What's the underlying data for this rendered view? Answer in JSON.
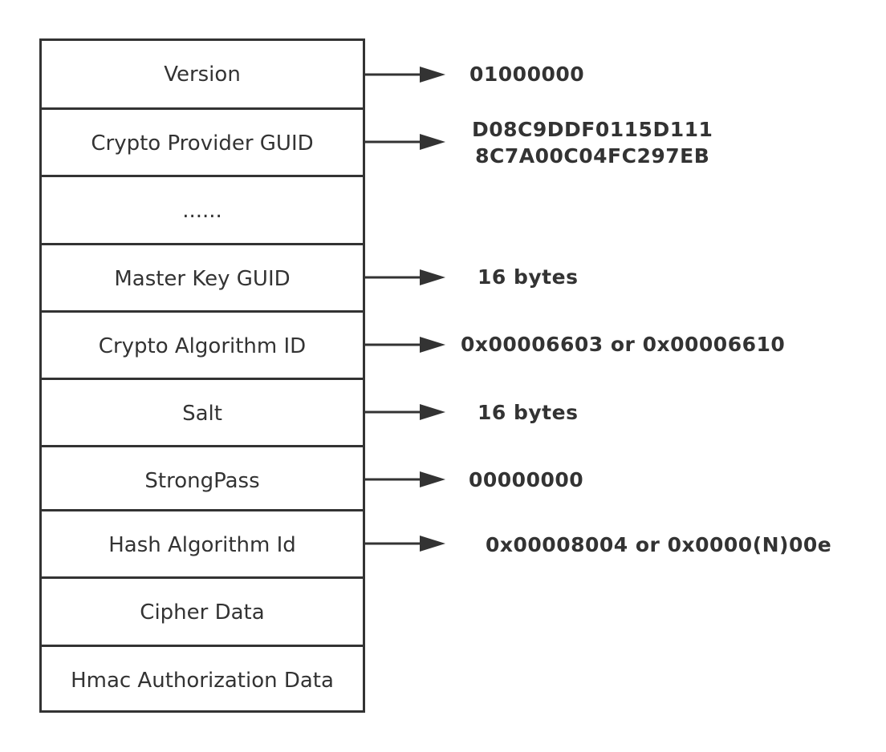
{
  "fields": [
    {
      "label": "Version",
      "value": "01000000"
    },
    {
      "label": "Crypto Provider GUID",
      "value_lines": [
        "D08C9DDF0115D111",
        "8C7A00C04FC297EB"
      ]
    },
    {
      "label": "......"
    },
    {
      "label": "Master Key GUID",
      "value": "16 bytes"
    },
    {
      "label": "Crypto Algorithm ID",
      "value": "0x00006603 or 0x00006610"
    },
    {
      "label": "Salt",
      "value": "16 bytes"
    },
    {
      "label": "StrongPass",
      "value": "00000000"
    },
    {
      "label": "Hash Algorithm Id",
      "value": "0x00008004 or 0x0000(N)00e"
    },
    {
      "label": "Cipher Data"
    },
    {
      "label": "Hmac Authorization Data"
    }
  ],
  "colors": {
    "stroke": "#333333",
    "background": "#ffffff"
  }
}
